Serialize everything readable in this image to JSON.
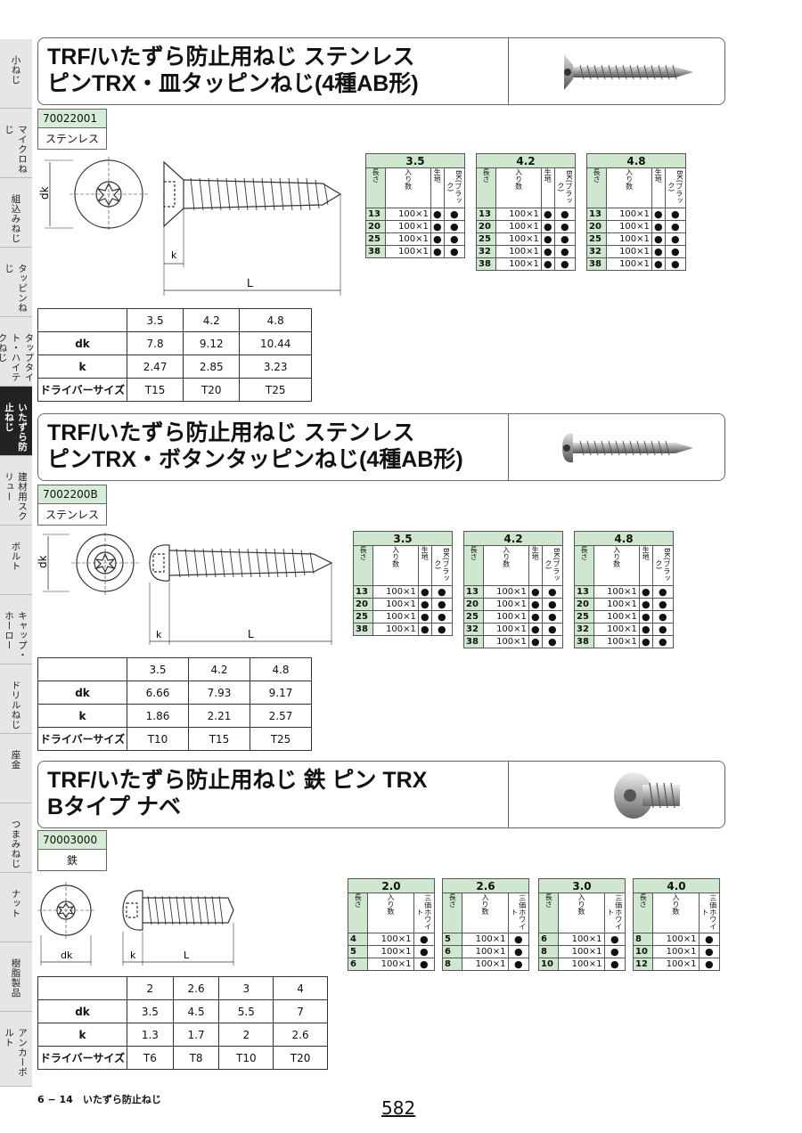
{
  "sidebar": [
    {
      "label": "小ねじ",
      "active": false
    },
    {
      "label": "マイクロねじ",
      "active": false
    },
    {
      "label": "組込みねじ",
      "active": false
    },
    {
      "label": "タッピンねじ",
      "active": false
    },
    {
      "label": "タップタイト・ハイテクねじ",
      "active": false
    },
    {
      "label": "いたずら防止ねじ",
      "active": true
    },
    {
      "label": "建材用スクリュー",
      "active": false
    },
    {
      "label": "ボルト",
      "active": false
    },
    {
      "label": "キャップ・ホーロー",
      "active": false
    },
    {
      "label": "ドリルねじ",
      "active": false
    },
    {
      "label": "座金",
      "active": false
    },
    {
      "label": "つまみねじ",
      "active": false
    },
    {
      "label": "ナット",
      "active": false
    },
    {
      "label": "樹脂製品",
      "active": false
    },
    {
      "label": "アンカーボルト",
      "active": false
    }
  ],
  "sections": [
    {
      "title_line1": "TRF/いたずら防止用ねじ ステンレス",
      "title_line2": "ピンTRX・皿タッピンねじ(4種AB形)",
      "code": "70022001",
      "material": "ステンレス",
      "labels": {
        "dk": "dk",
        "k": "k",
        "L": "L"
      },
      "dim_table": {
        "header": [
          "",
          "3.5",
          "4.2",
          "4.8"
        ],
        "rows": [
          [
            "dk",
            "7.8",
            "9.12",
            "10.44"
          ],
          [
            "k",
            "2.47",
            "2.85",
            "3.23"
          ],
          [
            "ドライバーサイズ",
            "T15",
            "T20",
            "T25"
          ]
        ]
      },
      "col_headers": [
        "長さ",
        "入り数",
        "生地",
        "BK(ブラック)"
      ],
      "size_tables": [
        {
          "size": "3.5",
          "rows": [
            [
              "13",
              "100×1",
              "●",
              "●"
            ],
            [
              "20",
              "100×1",
              "●",
              "●"
            ],
            [
              "25",
              "100×1",
              "●",
              "●"
            ],
            [
              "38",
              "100×1",
              "●",
              "●"
            ]
          ]
        },
        {
          "size": "4.2",
          "rows": [
            [
              "13",
              "100×1",
              "●",
              "●"
            ],
            [
              "20",
              "100×1",
              "●",
              "●"
            ],
            [
              "25",
              "100×1",
              "●",
              "●"
            ],
            [
              "32",
              "100×1",
              "●",
              "●"
            ],
            [
              "38",
              "100×1",
              "●",
              "●"
            ]
          ]
        },
        {
          "size": "4.8",
          "rows": [
            [
              "13",
              "100×1",
              "●",
              "●"
            ],
            [
              "20",
              "100×1",
              "●",
              "●"
            ],
            [
              "25",
              "100×1",
              "●",
              "●"
            ],
            [
              "32",
              "100×1",
              "●",
              "●"
            ],
            [
              "38",
              "100×1",
              "●",
              "●"
            ]
          ]
        }
      ]
    },
    {
      "title_line1": "TRF/いたずら防止用ねじ ステンレス",
      "title_line2": "ピンTRX・ボタンタッピンねじ(4種AB形)",
      "code": "7002200B",
      "material": "ステンレス",
      "labels": {
        "dk": "dk",
        "k": "k",
        "L": "L"
      },
      "dim_table": {
        "header": [
          "",
          "3.5",
          "4.2",
          "4.8"
        ],
        "rows": [
          [
            "dk",
            "6.66",
            "7.93",
            "9.17"
          ],
          [
            "k",
            "1.86",
            "2.21",
            "2.57"
          ],
          [
            "ドライバーサイズ",
            "T10",
            "T15",
            "T25"
          ]
        ]
      },
      "col_headers": [
        "長さ",
        "入り数",
        "生地",
        "BK(ブラック)"
      ],
      "size_tables": [
        {
          "size": "3.5",
          "rows": [
            [
              "13",
              "100×1",
              "●",
              "●"
            ],
            [
              "20",
              "100×1",
              "●",
              "●"
            ],
            [
              "25",
              "100×1",
              "●",
              "●"
            ],
            [
              "38",
              "100×1",
              "●",
              "●"
            ]
          ]
        },
        {
          "size": "4.2",
          "rows": [
            [
              "13",
              "100×1",
              "●",
              "●"
            ],
            [
              "20",
              "100×1",
              "●",
              "●"
            ],
            [
              "25",
              "100×1",
              "●",
              "●"
            ],
            [
              "32",
              "100×1",
              "●",
              "●"
            ],
            [
              "38",
              "100×1",
              "●",
              "●"
            ]
          ]
        },
        {
          "size": "4.8",
          "rows": [
            [
              "13",
              "100×1",
              "●",
              "●"
            ],
            [
              "20",
              "100×1",
              "●",
              "●"
            ],
            [
              "25",
              "100×1",
              "●",
              "●"
            ],
            [
              "32",
              "100×1",
              "●",
              "●"
            ],
            [
              "38",
              "100×1",
              "●",
              "●"
            ]
          ]
        }
      ]
    },
    {
      "title_line1": "TRF/いたずら防止用ねじ 鉄 ピン TRX",
      "title_line2": "Bタイプ ナベ",
      "code": "70003000",
      "material": "鉄",
      "labels": {
        "dk": "dk",
        "k": "k",
        "L": "L"
      },
      "dim_table": {
        "header": [
          "",
          "2",
          "2.6",
          "3",
          "4"
        ],
        "rows": [
          [
            "dk",
            "3.5",
            "4.5",
            "5.5",
            "7"
          ],
          [
            "k",
            "1.3",
            "1.7",
            "2",
            "2.6"
          ],
          [
            "ドライバーサイズ",
            "T6",
            "T8",
            "T10",
            "T20"
          ]
        ]
      },
      "col_headers": [
        "長さ",
        "入り数",
        "三価ホワイト"
      ],
      "size_tables": [
        {
          "size": "2.0",
          "rows": [
            [
              "4",
              "100×1",
              "●"
            ],
            [
              "5",
              "100×1",
              "●"
            ],
            [
              "6",
              "100×1",
              "●"
            ]
          ]
        },
        {
          "size": "2.6",
          "rows": [
            [
              "5",
              "100×1",
              "●"
            ],
            [
              "6",
              "100×1",
              "●"
            ],
            [
              "8",
              "100×1",
              "●"
            ]
          ]
        },
        {
          "size": "3.0",
          "rows": [
            [
              "6",
              "100×1",
              "●"
            ],
            [
              "8",
              "100×1",
              "●"
            ],
            [
              "10",
              "100×1",
              "●"
            ]
          ]
        },
        {
          "size": "4.0",
          "rows": [
            [
              "8",
              "100×1",
              "●"
            ],
            [
              "10",
              "100×1",
              "●"
            ],
            [
              "12",
              "100×1",
              "●"
            ]
          ]
        }
      ]
    }
  ],
  "footer": {
    "section_label": "6 − 14　いたずら防止ねじ",
    "page_number": "582"
  }
}
